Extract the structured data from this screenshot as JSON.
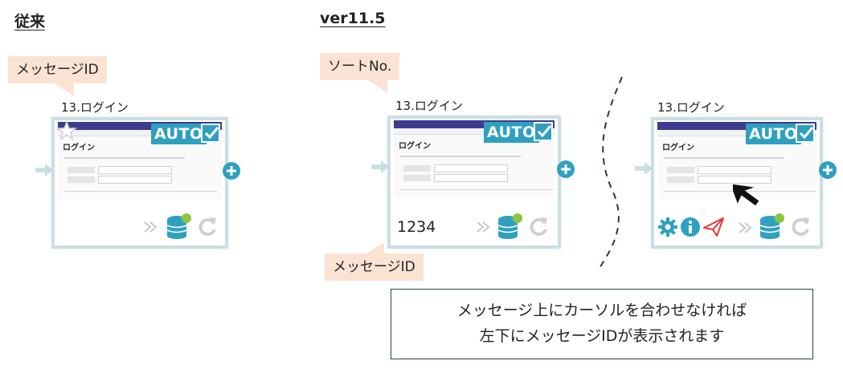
{
  "headings": {
    "left": "従来",
    "right": "ver11.5"
  },
  "callouts": {
    "left_top": "メッセージID",
    "right_top": "ソートNo.",
    "right_bottom": "メッセージID"
  },
  "cards": [
    {
      "title": "13.ログイン",
      "page_title": "ログイン",
      "auto": "AUTO",
      "message_id": ""
    },
    {
      "title": "13.ログイン",
      "page_title": "ログイン",
      "auto": "AUTO",
      "message_id": "1234"
    },
    {
      "title": "13.ログイン",
      "page_title": "ログイン",
      "auto": "AUTO",
      "message_id": ""
    }
  ],
  "note": {
    "line1": "メッセージ上にカーソルを合わせなければ",
    "line2": "左下にメッセージIDが表示されます"
  },
  "colors": {
    "accent": "#2fa0c0",
    "card_border": "#c9dfe6",
    "callout_bg": "#fbe3d4",
    "db_green": "#8bc53f",
    "send_red": "#e53935",
    "note_border": "#1e4a3d"
  },
  "icons": [
    "star-icon",
    "check-icon",
    "plus-circle-icon",
    "arrow-right-icon",
    "forward-icon",
    "database-icon",
    "refresh-icon",
    "gear-icon",
    "info-icon",
    "send-icon",
    "cursor-icon"
  ]
}
